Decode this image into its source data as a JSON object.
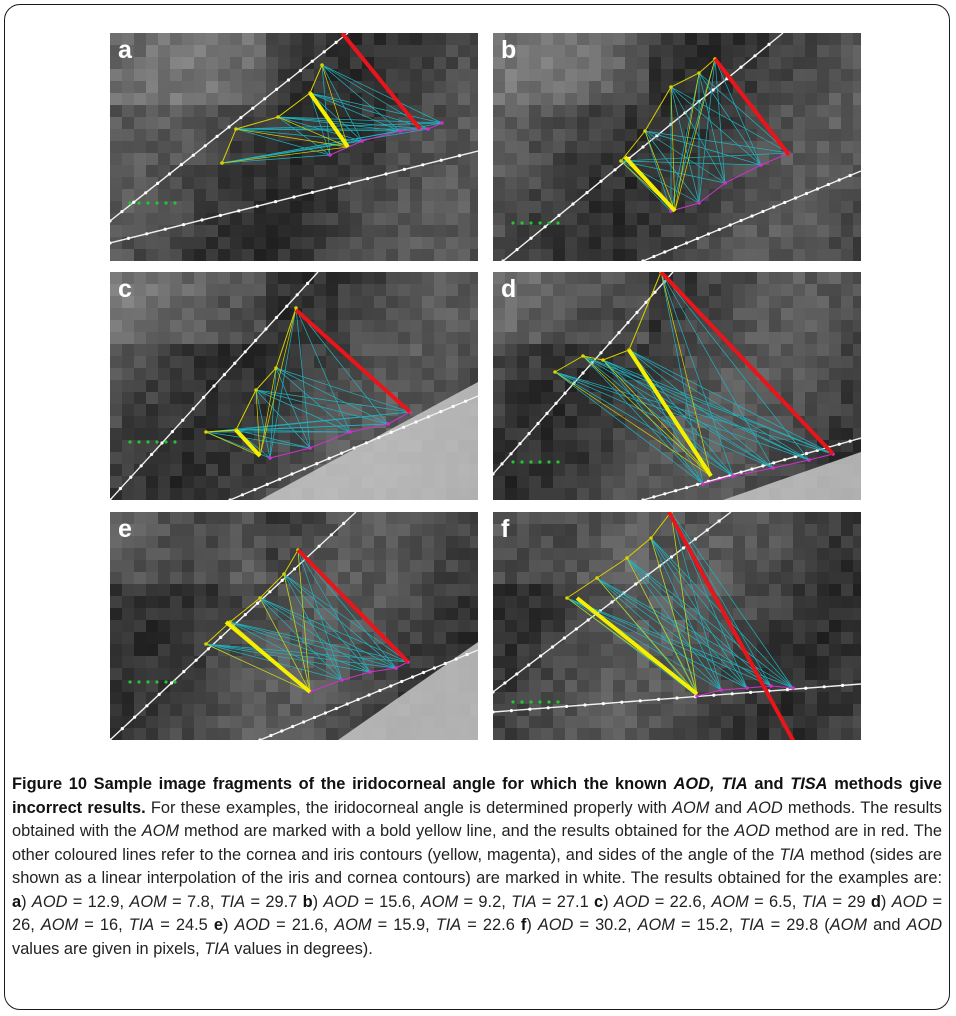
{
  "figure": {
    "panels": [
      {
        "letter": "a"
      },
      {
        "letter": "b"
      },
      {
        "letter": "c"
      },
      {
        "letter": "d"
      },
      {
        "letter": "e"
      },
      {
        "letter": "f"
      }
    ],
    "colors": {
      "aod_line": "#e8151b",
      "aom_line": "#f4f000",
      "cornea_contour": "#d8d200",
      "iris_contour": "#cc33cc",
      "tia_sides": "#f0f0f0",
      "cyan_lines": "#1fb3c0",
      "green_points": "#22c633"
    }
  },
  "caption": {
    "title_p1": "Figure 10 Sample image fragments of the iridocorneal angle for which the known ",
    "title_t1": "AOD, TIA",
    "title_p2": " and ",
    "title_t2": "TISA",
    "title_p3": " methods give incorrect results.",
    "b1": " For these examples, the iridocorneal angle is determined properly with ",
    "i1": "AOM",
    "b2": " and ",
    "i2": "AOD",
    "b3": " methods. The results obtained with the ",
    "i3": "AOM",
    "b4": " method are marked with a bold yellow line, and the results obtained for the ",
    "i4": "AOD",
    "b5": " method are in red. The other coloured lines refer to the cornea and iris contours (yellow, magenta), and sides of the angle of the ",
    "i5": "TIA",
    "b6": " method (sides are shown as a linear interpolation of the iris and cornea contours) are marked in white. The results obtained for the examples are: ",
    "results": [
      {
        "letter": "a",
        "aod": "12.9",
        "aom": "7.8",
        "tia": "29.7"
      },
      {
        "letter": "b",
        "aod": "15.6",
        "aom": "9.2",
        "tia": "27.1"
      },
      {
        "letter": "c",
        "aod": "22.6",
        "aom": "6.5",
        "tia": "29"
      },
      {
        "letter": "d",
        "aod": "26",
        "aom": "16",
        "tia": "24.5"
      },
      {
        "letter": "e",
        "aod": "21.6",
        "aom": "15.9",
        "tia": "22.6"
      },
      {
        "letter": "f",
        "aod": "30.2",
        "aom": "15.2",
        "tia": "29.8"
      }
    ],
    "lbl_aod": "AOD",
    "lbl_aom": "AOM",
    "lbl_tia": "TIA",
    "end_p1": "(",
    "end_i1": "AOM",
    "end_p2": " and ",
    "end_i2": "AOD",
    "end_p3": " values are given in pixels, ",
    "end_i3": "TIA",
    "end_p4": " values in degrees)."
  }
}
